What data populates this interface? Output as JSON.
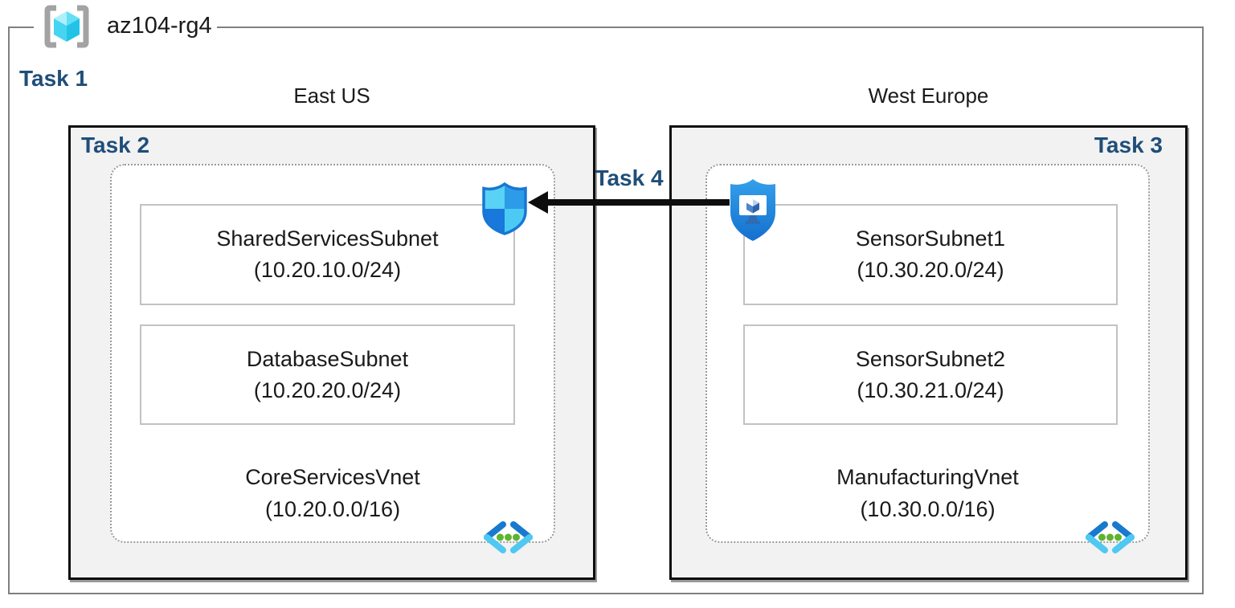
{
  "resource_group": {
    "name": "az104-rg4",
    "task_label": "Task 1",
    "icon": "resource-group-icon"
  },
  "regions": [
    {
      "name": "East US",
      "task_label": "Task 2",
      "vnet": {
        "name": "CoreServicesVnet",
        "cidr": "(10.20.0.0/16)",
        "icon": "virtual-network-icon",
        "attached_icon": "network-security-shield-icon",
        "subnets": [
          {
            "name": "SharedServicesSubnet",
            "cidr": "(10.20.10.0/24)"
          },
          {
            "name": "DatabaseSubnet",
            "cidr": "(10.20.20.0/24)"
          }
        ]
      }
    },
    {
      "name": "West Europe",
      "task_label": "Task 3",
      "vnet": {
        "name": "ManufacturingVnet",
        "cidr": "(10.30.0.0/16)",
        "icon": "virtual-network-icon",
        "attached_icon": "secure-vm-shield-icon",
        "subnets": [
          {
            "name": "SensorSubnet1",
            "cidr": "(10.30.20.0/24)"
          },
          {
            "name": "SensorSubnet2",
            "cidr": "(10.30.21.0/24)"
          }
        ]
      }
    }
  ],
  "connection": {
    "task_label": "Task 4",
    "direction": "right-to-left"
  },
  "colors": {
    "task_label_text": "#1f4e79",
    "region_box_fill": "#f2f2f2",
    "region_box_border": "#0d0d0d",
    "outer_border": "#7f7f7f",
    "vnet_dotted_border": "#999999",
    "subnet_border": "#c2c2c2",
    "arrow": "#0d0d0d",
    "shield_light": "#55d1f4",
    "shield_blue": "#1e88e0",
    "vnet_dot_green": "#5fb32f"
  }
}
